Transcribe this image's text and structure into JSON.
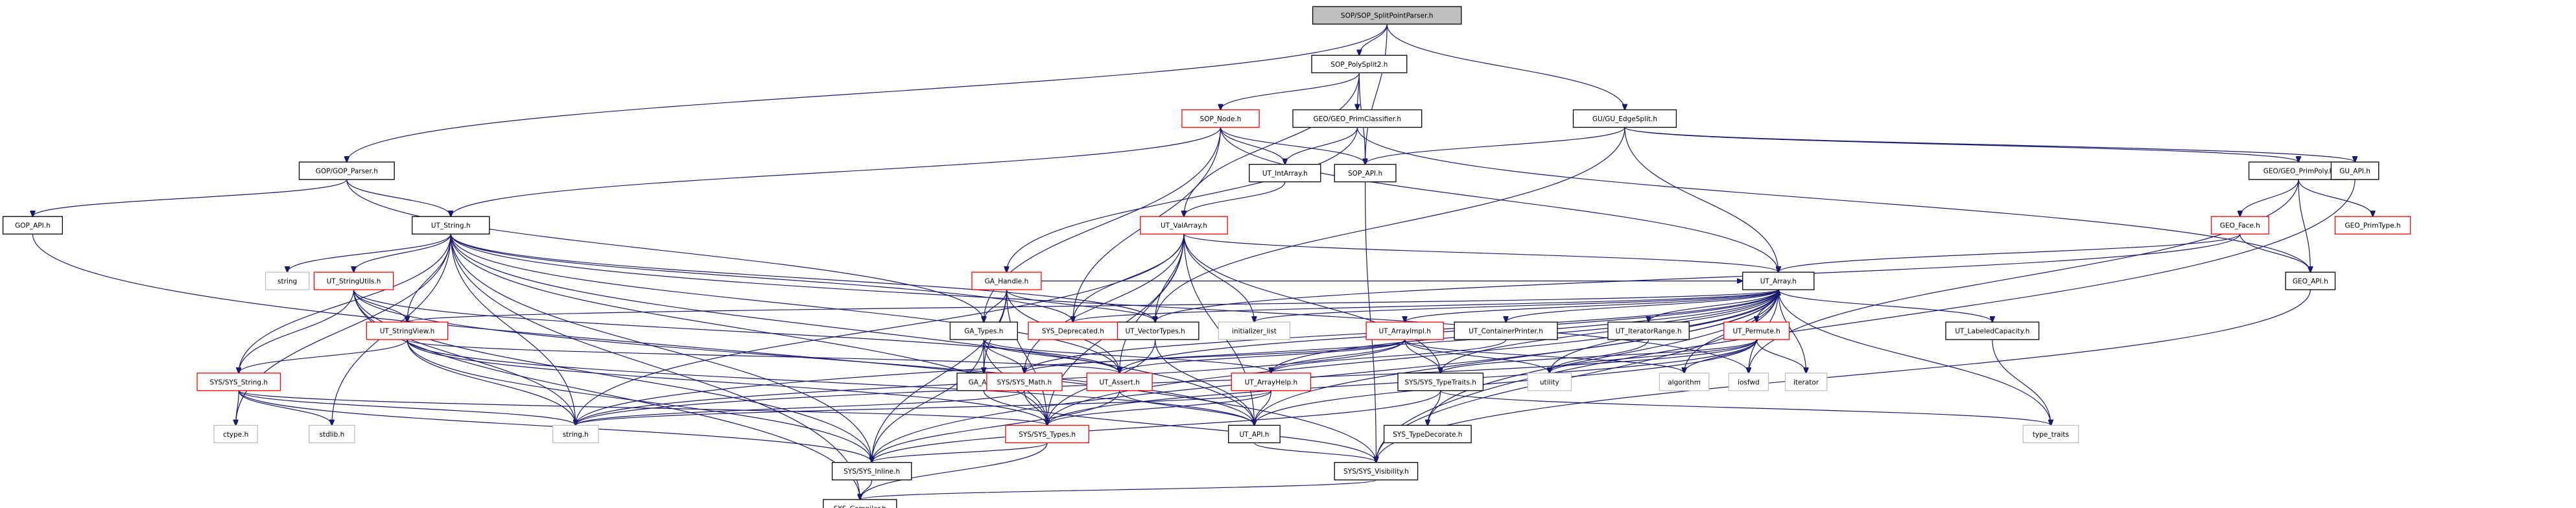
{
  "title": "SOP/SOP_SplitPointParser.h",
  "colors": {
    "edge": "#191970",
    "root_fill": "#bfbfbf",
    "missing_border": "#ff0000",
    "system_border": "#bfbfbf",
    "normal_border": "#000000"
  },
  "nodes": [
    {
      "id": "root",
      "label": "SOP/SOP_SplitPointParser.h",
      "kind": "root"
    },
    {
      "id": "polysplit2",
      "label": "SOP_PolySplit2.h",
      "kind": "normal"
    },
    {
      "id": "gop_parser",
      "label": "GOP/GOP_Parser.h",
      "kind": "normal"
    },
    {
      "id": "gu_edgesplit",
      "label": "GU/GU_EdgeSplit.h",
      "kind": "normal"
    },
    {
      "id": "sop_node",
      "label": "SOP_Node.h",
      "kind": "red"
    },
    {
      "id": "geo_primclassifier",
      "label": "GEO/GEO_PrimClassifier.h",
      "kind": "normal"
    },
    {
      "id": "ut_intarray",
      "label": "UT_IntArray.h",
      "kind": "normal"
    },
    {
      "id": "sop_api",
      "label": "SOP_API.h",
      "kind": "normal"
    },
    {
      "id": "geo_primpoly",
      "label": "GEO/GEO_PrimPoly.h",
      "kind": "normal"
    },
    {
      "id": "gu_api",
      "label": "GU_API.h",
      "kind": "normal"
    },
    {
      "id": "gop_api",
      "label": "GOP_API.h",
      "kind": "normal"
    },
    {
      "id": "ut_string",
      "label": "UT_String.h",
      "kind": "normal"
    },
    {
      "id": "ut_valarray",
      "label": "UT_ValArray.h",
      "kind": "red"
    },
    {
      "id": "geo_face",
      "label": "GEO_Face.h",
      "kind": "red"
    },
    {
      "id": "geo_primtype",
      "label": "GEO_PrimType.h",
      "kind": "red"
    },
    {
      "id": "string",
      "label": "string",
      "kind": "sys"
    },
    {
      "id": "ut_stringutils",
      "label": "UT_StringUtils.h",
      "kind": "red"
    },
    {
      "id": "ga_handle",
      "label": "GA_Handle.h",
      "kind": "red"
    },
    {
      "id": "ut_array",
      "label": "UT_Array.h",
      "kind": "normal"
    },
    {
      "id": "geo_api",
      "label": "GEO_API.h",
      "kind": "normal"
    },
    {
      "id": "ut_stringview",
      "label": "UT_StringView.h",
      "kind": "red"
    },
    {
      "id": "ga_types",
      "label": "GA_Types.h",
      "kind": "normal"
    },
    {
      "id": "ut_vectortypes",
      "label": "UT_VectorTypes.h",
      "kind": "normal"
    },
    {
      "id": "sys_deprecated",
      "label": "SYS_Deprecated.h",
      "kind": "red"
    },
    {
      "id": "initializer_list",
      "label": "initializer_list",
      "kind": "sys"
    },
    {
      "id": "ut_arrayimpl",
      "label": "UT_ArrayImpl.h",
      "kind": "red"
    },
    {
      "id": "ut_containerprinter",
      "label": "UT_ContainerPrinter.h",
      "kind": "normal"
    },
    {
      "id": "ut_iteratorrange",
      "label": "UT_IteratorRange.h",
      "kind": "normal"
    },
    {
      "id": "ut_permute",
      "label": "UT_Permute.h",
      "kind": "red"
    },
    {
      "id": "ut_labeledcapacity",
      "label": "UT_LabeledCapacity.h",
      "kind": "normal"
    },
    {
      "id": "sys_string",
      "label": "SYS/SYS_String.h",
      "kind": "red"
    },
    {
      "id": "ga_api",
      "label": "GA_API.h",
      "kind": "normal"
    },
    {
      "id": "sys_math",
      "label": "SYS/SYS_Math.h",
      "kind": "red"
    },
    {
      "id": "ut_assert",
      "label": "UT_Assert.h",
      "kind": "red"
    },
    {
      "id": "ut_arrayhelp",
      "label": "UT_ArrayHelp.h",
      "kind": "red"
    },
    {
      "id": "sys_typetraits",
      "label": "SYS/SYS_TypeTraits.h",
      "kind": "normal"
    },
    {
      "id": "utility",
      "label": "utility",
      "kind": "sys"
    },
    {
      "id": "algorithm",
      "label": "algorithm",
      "kind": "sys"
    },
    {
      "id": "iosfwd",
      "label": "iosfwd",
      "kind": "sys"
    },
    {
      "id": "iterator",
      "label": "iterator",
      "kind": "sys"
    },
    {
      "id": "ctype",
      "label": "ctype.h",
      "kind": "sys"
    },
    {
      "id": "stdlib",
      "label": "stdlib.h",
      "kind": "sys"
    },
    {
      "id": "string_h",
      "label": "string.h",
      "kind": "sys"
    },
    {
      "id": "sys_types",
      "label": "SYS/SYS_Types.h",
      "kind": "red"
    },
    {
      "id": "ut_api",
      "label": "UT_API.h",
      "kind": "normal"
    },
    {
      "id": "sys_typedecorate",
      "label": "SYS_TypeDecorate.h",
      "kind": "normal"
    },
    {
      "id": "type_traits",
      "label": "type_traits",
      "kind": "sys"
    },
    {
      "id": "sys_inline",
      "label": "SYS/SYS_Inline.h",
      "kind": "normal"
    },
    {
      "id": "sys_visibility",
      "label": "SYS/SYS_Visibility.h",
      "kind": "normal"
    },
    {
      "id": "sys_compiler",
      "label": "SYS_Compiler.h",
      "kind": "normal"
    }
  ],
  "edges": [
    [
      "root",
      "polysplit2"
    ],
    [
      "root",
      "sop_api"
    ],
    [
      "root",
      "gop_parser"
    ],
    [
      "root",
      "gu_edgesplit"
    ],
    [
      "polysplit2",
      "sop_node"
    ],
    [
      "polysplit2",
      "geo_primclassifier"
    ],
    [
      "polysplit2",
      "sop_api"
    ],
    [
      "polysplit2",
      "ut_valarray"
    ],
    [
      "gop_parser",
      "gop_api"
    ],
    [
      "gop_parser",
      "ut_string"
    ],
    [
      "gop_parser",
      "ga_types"
    ],
    [
      "gu_edgesplit",
      "geo_primpoly"
    ],
    [
      "gu_edgesplit",
      "gu_api"
    ],
    [
      "gu_edgesplit",
      "ut_array"
    ],
    [
      "gu_edgesplit",
      "sop_api"
    ],
    [
      "gu_edgesplit",
      "ut_vectortypes"
    ],
    [
      "sop_node",
      "ut_intarray"
    ],
    [
      "sop_node",
      "sop_api"
    ],
    [
      "sop_node",
      "ut_string"
    ],
    [
      "sop_node",
      "ga_types"
    ],
    [
      "sop_node",
      "sys_deprecated"
    ],
    [
      "sop_node",
      "ut_array"
    ],
    [
      "geo_primclassifier",
      "ut_intarray"
    ],
    [
      "geo_primclassifier",
      "ga_handle"
    ],
    [
      "geo_primclassifier",
      "geo_api"
    ],
    [
      "ut_intarray",
      "ut_valarray"
    ],
    [
      "sop_api",
      "sys_visibility"
    ],
    [
      "geo_primpoly",
      "geo_face"
    ],
    [
      "geo_primpoly",
      "geo_primtype"
    ],
    [
      "geo_primpoly",
      "geo_api"
    ],
    [
      "geo_primpoly",
      "iosfwd"
    ],
    [
      "gu_api",
      "sys_visibility"
    ],
    [
      "gop_api",
      "sys_visibility"
    ],
    [
      "geo_face",
      "ut_array"
    ],
    [
      "geo_face",
      "geo_api"
    ],
    [
      "geo_face",
      "ut_vectortypes"
    ],
    [
      "geo_api",
      "sys_visibility"
    ],
    [
      "ut_string",
      "string"
    ],
    [
      "ut_string",
      "ut_stringutils"
    ],
    [
      "ut_string",
      "ut_stringview"
    ],
    [
      "ut_string",
      "sys_string"
    ],
    [
      "ut_string",
      "ut_assert"
    ],
    [
      "ut_string",
      "sys_types"
    ],
    [
      "ut_string",
      "ut_api"
    ],
    [
      "ut_string",
      "string_h"
    ],
    [
      "ut_string",
      "stdlib"
    ],
    [
      "ut_string",
      "ctype"
    ],
    [
      "ut_string",
      "sys_inline"
    ],
    [
      "ut_string",
      "sys_compiler"
    ],
    [
      "ut_string",
      "sys_deprecated"
    ],
    [
      "ut_string",
      "ut_vectortypes"
    ],
    [
      "ut_string",
      "iosfwd"
    ],
    [
      "ut_stringutils",
      "ut_stringview"
    ],
    [
      "ut_stringutils",
      "sys_string"
    ],
    [
      "ut_stringutils",
      "ut_assert"
    ],
    [
      "ut_stringutils",
      "string_h"
    ],
    [
      "ut_stringutils",
      "ut_api"
    ],
    [
      "ut_stringutils",
      "sys_inline"
    ],
    [
      "ut_stringutils",
      "sys_compiler"
    ],
    [
      "ut_stringview",
      "sys_string"
    ],
    [
      "ut_stringview",
      "ut_array"
    ],
    [
      "ut_stringview",
      "ut_api"
    ],
    [
      "ut_stringview",
      "string_h"
    ],
    [
      "ut_stringview",
      "sys_types"
    ],
    [
      "ut_stringview",
      "sys_inline"
    ],
    [
      "ut_stringview",
      "ut_assert"
    ],
    [
      "sys_string",
      "ctype"
    ],
    [
      "sys_string",
      "stdlib"
    ],
    [
      "sys_string",
      "string_h"
    ],
    [
      "sys_string",
      "sys_types"
    ],
    [
      "sys_string",
      "sys_inline"
    ],
    [
      "ut_valarray",
      "ut_array"
    ],
    [
      "ut_valarray",
      "sys_deprecated"
    ],
    [
      "ut_valarray",
      "initializer_list"
    ],
    [
      "ut_valarray",
      "ut_vectortypes"
    ],
    [
      "ut_valarray",
      "ut_assert"
    ],
    [
      "ut_valarray",
      "sys_math"
    ],
    [
      "ut_valarray",
      "sys_types"
    ],
    [
      "ut_valarray",
      "ut_api"
    ],
    [
      "ut_valarray",
      "sys_typetraits"
    ],
    [
      "ut_valarray",
      "string_h"
    ],
    [
      "ga_handle",
      "ga_types"
    ],
    [
      "ga_handle",
      "ga_api"
    ],
    [
      "ga_handle",
      "ut_vectortypes"
    ],
    [
      "ga_handle",
      "ut_assert"
    ],
    [
      "ga_handle",
      "sys_types"
    ],
    [
      "ga_handle",
      "sys_inline"
    ],
    [
      "ga_handle",
      "ut_array"
    ],
    [
      "ga_types",
      "ga_api"
    ],
    [
      "ga_types",
      "sys_types"
    ],
    [
      "ga_types",
      "sys_math"
    ],
    [
      "ga_types",
      "ut_assert"
    ],
    [
      "ga_types",
      "ut_arrayhelp"
    ],
    [
      "ga_types",
      "sys_inline"
    ],
    [
      "ga_api",
      "sys_visibility"
    ],
    [
      "ut_vectortypes",
      "sys_types"
    ],
    [
      "ut_vectortypes",
      "ut_api"
    ],
    [
      "ut_array",
      "ut_arrayimpl"
    ],
    [
      "ut_array",
      "ut_containerprinter"
    ],
    [
      "ut_array",
      "ut_iteratorrange"
    ],
    [
      "ut_array",
      "ut_permute"
    ],
    [
      "ut_array",
      "ut_labeledcapacity"
    ],
    [
      "ut_array",
      "ut_arrayhelp"
    ],
    [
      "ut_array",
      "sys_typetraits"
    ],
    [
      "ut_array",
      "utility"
    ],
    [
      "ut_array",
      "algorithm"
    ],
    [
      "ut_array",
      "iosfwd"
    ],
    [
      "ut_array",
      "iterator"
    ],
    [
      "ut_array",
      "initializer_list"
    ],
    [
      "ut_array",
      "sys_deprecated"
    ],
    [
      "ut_array",
      "ut_assert"
    ],
    [
      "ut_array",
      "sys_types"
    ],
    [
      "ut_array",
      "sys_inline"
    ],
    [
      "ut_array",
      "ut_api"
    ],
    [
      "ut_array",
      "sys_math"
    ],
    [
      "ut_array",
      "string_h"
    ],
    [
      "ut_array",
      "type_traits"
    ],
    [
      "ut_array",
      "sys_typedecorate"
    ],
    [
      "ut_array",
      "sys_visibility"
    ],
    [
      "ut_arrayimpl",
      "ut_arrayhelp"
    ],
    [
      "ut_arrayimpl",
      "sys_typetraits"
    ],
    [
      "ut_arrayimpl",
      "utility"
    ],
    [
      "ut_arrayimpl",
      "algorithm"
    ],
    [
      "ut_arrayimpl",
      "ut_assert"
    ],
    [
      "ut_arrayimpl",
      "sys_math"
    ],
    [
      "ut_arrayimpl",
      "string_h"
    ],
    [
      "ut_containerprinter",
      "ut_arrayhelp"
    ],
    [
      "ut_iteratorrange",
      "utility"
    ],
    [
      "ut_permute",
      "algorithm"
    ],
    [
      "ut_permute",
      "iterator"
    ],
    [
      "ut_permute",
      "utility"
    ],
    [
      "ut_permute",
      "sys_typetraits"
    ],
    [
      "ut_permute",
      "sys_types"
    ],
    [
      "ut_permute",
      "string_h"
    ],
    [
      "ut_permute",
      "ut_api"
    ],
    [
      "ut_labeledcapacity",
      "type_traits"
    ],
    [
      "sys_math",
      "sys_types"
    ],
    [
      "sys_math",
      "string_h"
    ],
    [
      "ut_assert",
      "ut_api"
    ],
    [
      "ut_assert",
      "sys_inline"
    ],
    [
      "ut_arrayhelp",
      "string_h"
    ],
    [
      "ut_arrayhelp",
      "sys_types"
    ],
    [
      "ut_arrayhelp",
      "ut_api"
    ],
    [
      "sys_typetraits",
      "sys_typedecorate"
    ],
    [
      "sys_typetraits",
      "type_traits"
    ],
    [
      "sys_typetraits",
      "sys_inline"
    ],
    [
      "sys_types",
      "sys_inline"
    ],
    [
      "sys_types",
      "sys_compiler"
    ],
    [
      "ut_api",
      "sys_visibility"
    ],
    [
      "sys_inline",
      "sys_compiler"
    ],
    [
      "sys_visibility",
      "sys_compiler"
    ]
  ]
}
